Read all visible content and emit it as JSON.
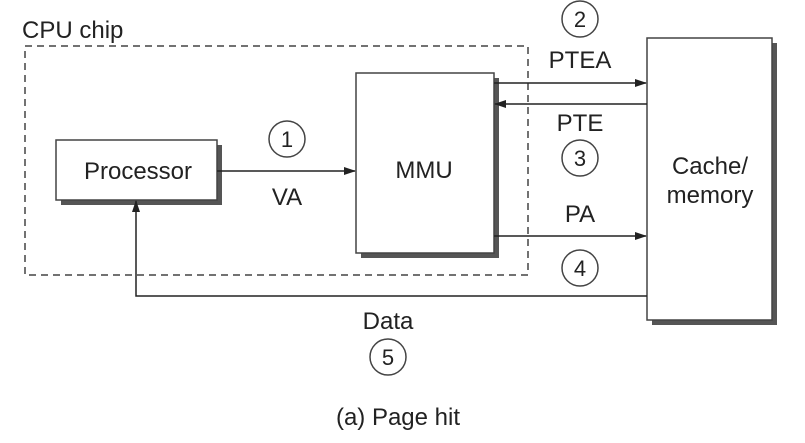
{
  "chip_label": "CPU chip",
  "blocks": {
    "processor": "Processor",
    "mmu": "MMU",
    "memory_line1": "Cache/",
    "memory_line2": "memory"
  },
  "signals": {
    "va": "VA",
    "ptea": "PTEA",
    "pte": "PTE",
    "pa": "PA",
    "data": "Data"
  },
  "steps": {
    "s1": "1",
    "s2": "2",
    "s3": "3",
    "s4": "4",
    "s5": "5"
  },
  "caption": "(a) Page hit"
}
